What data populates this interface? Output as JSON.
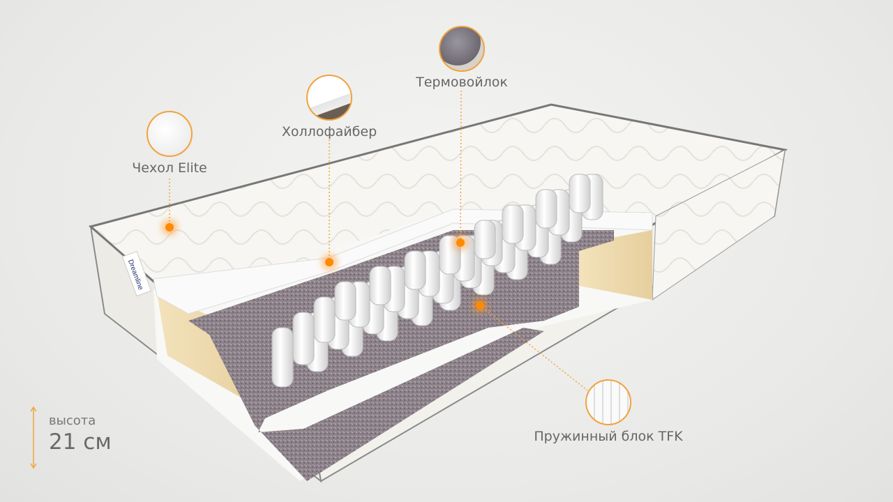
{
  "brand_logo": "Dreamline",
  "layers": [
    {
      "id": "cover",
      "label": "Чехол Elite"
    },
    {
      "id": "hollofiber",
      "label": "Холлофайбер"
    },
    {
      "id": "felt",
      "label": "Термовойлок"
    },
    {
      "id": "springs",
      "label": "Пружинный блок TFK"
    }
  ],
  "height": {
    "label": "высота",
    "value": "21 см"
  },
  "colors": {
    "accent": "#ff8a00",
    "foam": "#f0dbb0",
    "felt": "#8c838a",
    "background": "#ececea"
  }
}
